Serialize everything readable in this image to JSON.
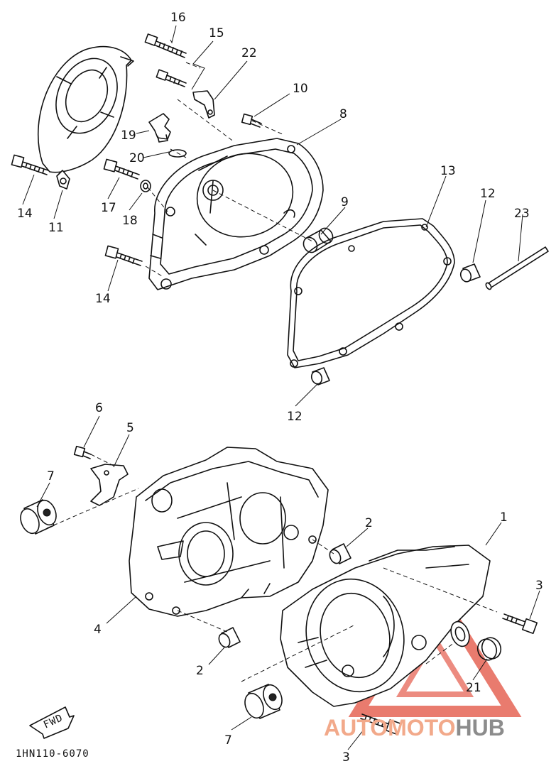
{
  "diagram_code": "1HN110-6070",
  "fwd_label": "FWD",
  "watermark": {
    "part1": "AUTOMOTO",
    "part2": "HUB",
    "color1": "#f2a98a",
    "color2": "#8c8c8c",
    "logo_color": "#e45a4a"
  },
  "callouts": {
    "c16": "16",
    "c15": "15",
    "c22": "22",
    "c10": "10",
    "c8": "8",
    "c19": "19",
    "c20": "20",
    "c14a": "14",
    "c11": "11",
    "c17": "17",
    "c18": "18",
    "c14b": "14",
    "c9": "9",
    "c13": "13",
    "c12a": "12",
    "c23": "23",
    "c12b": "12",
    "c6": "6",
    "c5": "5",
    "c7a": "7",
    "c2a": "2",
    "c1": "1",
    "c3a": "3",
    "c4": "4",
    "c2b": "2",
    "c21": "21",
    "c7b": "7",
    "c3b": "3"
  }
}
